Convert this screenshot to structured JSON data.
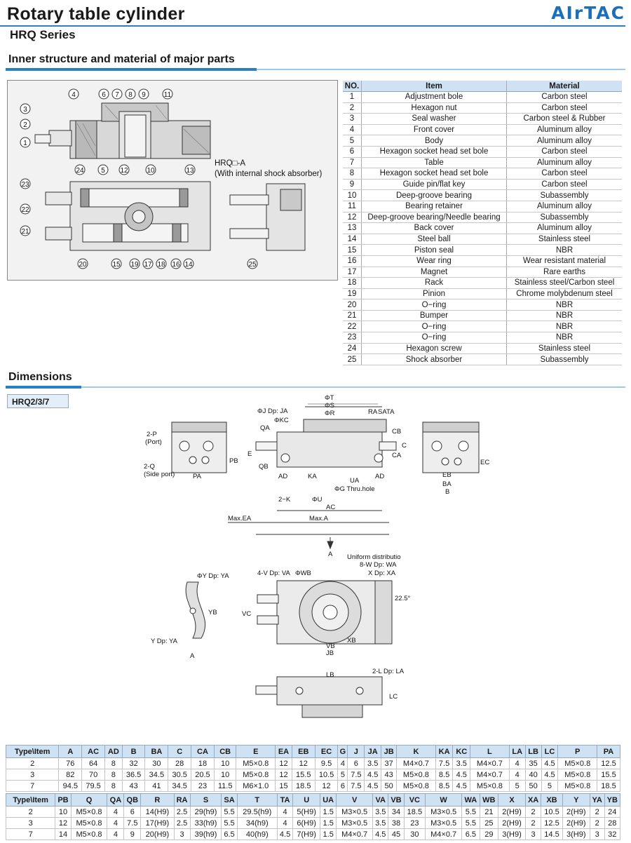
{
  "header": {
    "title": "Rotary table cylinder",
    "series": "HRQ Series",
    "brand": "AirTAC"
  },
  "section1": {
    "title": "Inner structure and material of major parts",
    "variant_label": "HRQ□-A",
    "variant_note": "(With internal shock absorber)",
    "callouts_top": [
      "4",
      "6",
      "7",
      "8",
      "9",
      "11"
    ],
    "callouts_left": [
      "3",
      "2",
      "1"
    ],
    "callouts_mid": [
      "24",
      "5",
      "12",
      "10",
      "13"
    ],
    "callouts_left2": [
      "23",
      "22",
      "21"
    ],
    "callouts_bottom": [
      "20",
      "15",
      "19",
      "17",
      "18",
      "16",
      "14"
    ],
    "callout_variant": "25"
  },
  "materials": {
    "headers": [
      "NO.",
      "Item",
      "Material"
    ],
    "rows": [
      [
        "1",
        "Adjustment bole",
        "Carbon steel"
      ],
      [
        "2",
        "Hexagon nut",
        "Carbon steel"
      ],
      [
        "3",
        "Seal washer",
        "Carbon steel & Rubber"
      ],
      [
        "4",
        "Front cover",
        "Aluminum  alloy"
      ],
      [
        "5",
        "Body",
        "Aluminum  alloy"
      ],
      [
        "6",
        "Hexagon socket head set bole",
        "Carbon steel"
      ],
      [
        "7",
        "Table",
        "Aluminum  alloy"
      ],
      [
        "8",
        "Hexagon socket head set bole",
        "Carbon steel"
      ],
      [
        "9",
        "Guide pin/flat key",
        "Carbon steel"
      ],
      [
        "10",
        "Deep-groove bearing",
        "Subassembly"
      ],
      [
        "11",
        "Bearing retainer",
        "Aluminum  alloy"
      ],
      [
        "12",
        "Deep-groove bearing/Needle bearing",
        "Subassembly"
      ],
      [
        "13",
        "Back cover",
        "Aluminum  alloy"
      ],
      [
        "14",
        "Steel ball",
        "Stainless steel"
      ],
      [
        "15",
        "Piston  seal",
        "NBR"
      ],
      [
        "16",
        "Wear ring",
        "Wear resistant material"
      ],
      [
        "17",
        "Magnet",
        "Rare earths"
      ],
      [
        "18",
        "Rack",
        "Stainless steel/Carbon steel"
      ],
      [
        "19",
        "Pinion",
        "Chrome molybdenum steel"
      ],
      [
        "20",
        "O−ring",
        "NBR"
      ],
      [
        "21",
        "Bumper",
        "NBR"
      ],
      [
        "22",
        "O−ring",
        "NBR"
      ],
      [
        "23",
        "O−ring",
        "NBR"
      ],
      [
        "24",
        "Hexagon screw",
        "Stainless steel"
      ],
      [
        "25",
        "Shock absorber",
        "Subassembly"
      ]
    ]
  },
  "section2": {
    "title": "Dimensions",
    "model": "HRQ2/3/7",
    "labels": {
      "port": "2-P",
      "port_note": "(Port)",
      "side_port": "2-Q",
      "side_port_note": "(Side port)",
      "pa": "PA",
      "pb": "PB",
      "phiT": "ΦT",
      "phiS": "ΦS",
      "phiR": "ΦR",
      "phiJ": "ΦJ Dp: JA",
      "phiKC": "ΦKC",
      "qa": "QA",
      "ra": "RA",
      "sa": "SA",
      "ta": "TA",
      "cb": "CB",
      "ca": "CA",
      "c": "C",
      "e": "E",
      "qb": "QB",
      "ad": "AD",
      "ka": "KA",
      "ua": "UA",
      "phiG": "ΦG Thru.hole",
      "twoK": "2−K",
      "phiU": "ΦU",
      "ac": "AC",
      "maxEA": "Max.EA",
      "maxA": "Max.A",
      "arrowA": "A",
      "eb": "EB",
      "ba": "BA",
      "b": "B",
      "ec": "EC",
      "phiY": "ΦY Dp: YA",
      "yb": "YB",
      "yDp": "Y Dp: YA",
      "fourV": "4-V Dp: VA",
      "phiWB": "ΦWB",
      "uniform": "Uniform distributio",
      "eightW": "8-W Dp: WA",
      "xDp": "X Dp: XA",
      "angle": "22.5°",
      "vc": "VC",
      "vb": "VB",
      "jb": "JB",
      "xb": "XB",
      "lb": "LB",
      "twoL": "2-L Dp: LA",
      "lc": "LC"
    }
  },
  "dims_table_1": {
    "headers": [
      "Type\\Item",
      "A",
      "AC",
      "AD",
      "B",
      "BA",
      "C",
      "CA",
      "CB",
      "E",
      "EA",
      "EB",
      "EC",
      "G",
      "J",
      "JA",
      "JB",
      "K",
      "KA",
      "KC",
      "L",
      "LA",
      "LB",
      "LC",
      "P",
      "PA"
    ],
    "rows": [
      [
        "2",
        "76",
        "64",
        "8",
        "32",
        "30",
        "28",
        "18",
        "10",
        "M5×0.8",
        "12",
        "12",
        "9.5",
        "4",
        "6",
        "3.5",
        "37",
        "M4×0.7",
        "7.5",
        "3.5",
        "M4×0.7",
        "4",
        "35",
        "4.5",
        "M5×0.8",
        "12.5"
      ],
      [
        "3",
        "82",
        "70",
        "8",
        "36.5",
        "34.5",
        "30.5",
        "20.5",
        "10",
        "M5×0.8",
        "12",
        "15.5",
        "10.5",
        "5",
        "7.5",
        "4.5",
        "43",
        "M5×0.8",
        "8.5",
        "4.5",
        "M4×0.7",
        "4",
        "40",
        "4.5",
        "M5×0.8",
        "15.5"
      ],
      [
        "7",
        "94.5",
        "79.5",
        "8",
        "43",
        "41",
        "34.5",
        "23",
        "11.5",
        "M6×1.0",
        "15",
        "18.5",
        "12",
        "6",
        "7.5",
        "4.5",
        "50",
        "M5×0.8",
        "8.5",
        "4.5",
        "M5×0.8",
        "5",
        "50",
        "5",
        "M5×0.8",
        "18.5"
      ]
    ]
  },
  "dims_table_2": {
    "headers": [
      "Type\\Item",
      "PB",
      "Q",
      "QA",
      "QB",
      "R",
      "RA",
      "S",
      "SA",
      "T",
      "TA",
      "U",
      "UA",
      "V",
      "VA",
      "VB",
      "VC",
      "W",
      "WA",
      "WB",
      "X",
      "XA",
      "XB",
      "Y",
      "YA",
      "YB"
    ],
    "rows": [
      [
        "2",
        "10",
        "M5×0.8",
        "4",
        "6",
        "14(H9)",
        "2.5",
        "29(h9)",
        "5.5",
        "29.5(h9)",
        "4",
        "5(H9)",
        "1.5",
        "M3×0.5",
        "3.5",
        "34",
        "18.5",
        "M3×0.5",
        "5.5",
        "21",
        "2(H9)",
        "2",
        "10.5",
        "2(H9)",
        "2",
        "24"
      ],
      [
        "3",
        "12",
        "M5×0.8",
        "4",
        "7.5",
        "17(H9)",
        "2.5",
        "33(h9)",
        "5.5",
        "34(h9)",
        "4",
        "6(H9)",
        "1.5",
        "M3×0.5",
        "3.5",
        "38",
        "23",
        "M3×0.5",
        "5.5",
        "25",
        "2(H9)",
        "2",
        "12.5",
        "2(H9)",
        "2",
        "28"
      ],
      [
        "7",
        "14",
        "M5×0.8",
        "4",
        "9",
        "20(H9)",
        "3",
        "39(h9)",
        "6.5",
        "40(h9)",
        "4.5",
        "7(H9)",
        "1.5",
        "M4×0.7",
        "4.5",
        "45",
        "30",
        "M4×0.7",
        "6.5",
        "29",
        "3(H9)",
        "3",
        "14.5",
        "3(H9)",
        "3",
        "32"
      ]
    ]
  }
}
